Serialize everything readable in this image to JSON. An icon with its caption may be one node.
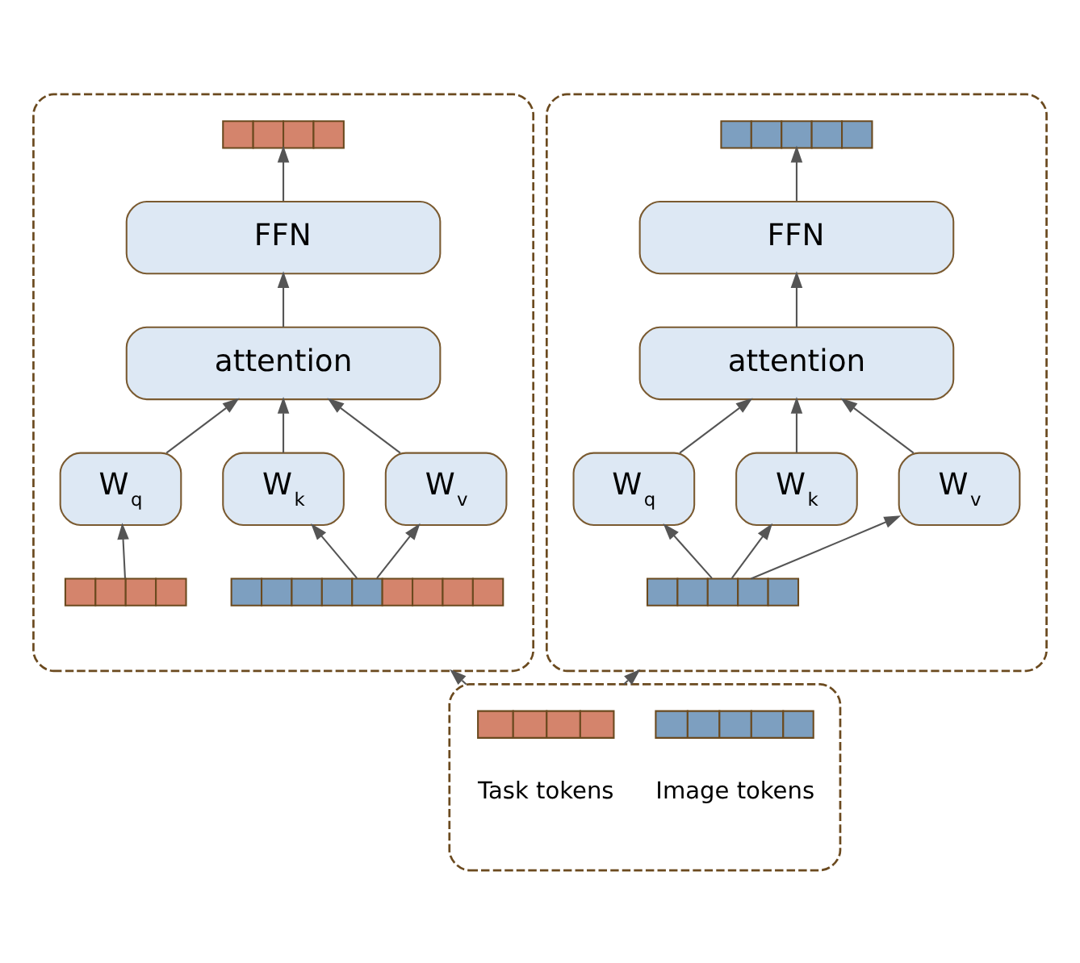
{
  "diagram": {
    "nodes": [
      {
        "text": [],
        "shape": "box"
      },
      {
        "text": [],
        "shape": "bar",
        "in": 0
      },
      {
        "text": [
          "FFN"
        ],
        "in": 0
      },
      {
        "text": [
          "attention"
        ],
        "in": 0
      },
      {
        "text": [
          "W$_{q}$"
        ],
        "in": 0
      },
      {
        "text": [
          "W$_{k}$"
        ],
        "in": 0
      },
      {
        "text": [
          "W$_{v}$"
        ],
        "in": 0
      },
      {
        "text": [],
        "shape": "bar",
        "in": 0
      },
      {
        "text": [],
        "shape": "bar",
        "in": 0
      },
      {
        "text": [],
        "shape": "box"
      },
      {
        "text": [],
        "shape": "bar",
        "in": 9
      },
      {
        "text": [
          "FFN"
        ],
        "in": 9
      },
      {
        "text": [
          "attention"
        ],
        "in": 9
      },
      {
        "text": [
          "W$_{q}$"
        ],
        "in": 9
      },
      {
        "text": [
          "W$_{k}$"
        ],
        "in": 9
      },
      {
        "text": [
          "W$_{v}$"
        ],
        "in": 9
      },
      {
        "text": [],
        "shape": "bar",
        "in": 9
      },
      {
        "text": [],
        "shape": "box"
      },
      {
        "text": [],
        "shape": "bar",
        "in": 17,
        "beside": [
          "Task tokens"
        ]
      },
      {
        "text": [],
        "shape": "bar",
        "in": 17,
        "beside": [
          "Image tokens"
        ]
      }
    ],
    "edges": [
      {
        "from": 2,
        "to": 1,
        "arrow": "to"
      },
      {
        "from": 3,
        "to": 2,
        "arrow": "to"
      },
      {
        "from": 4,
        "to": 3,
        "arrow": "to"
      },
      {
        "from": 5,
        "to": 3,
        "arrow": "to"
      },
      {
        "from": 6,
        "to": 3,
        "arrow": "to"
      },
      {
        "from": 7,
        "to": 4,
        "arrow": "to"
      },
      {
        "from": 8,
        "to": 5,
        "arrow": "to"
      },
      {
        "from": 8,
        "to": 6,
        "arrow": "to"
      },
      {
        "from": 11,
        "to": 10,
        "arrow": "to"
      },
      {
        "from": 12,
        "to": 11,
        "arrow": "to"
      },
      {
        "from": 13,
        "to": 12,
        "arrow": "to"
      },
      {
        "from": 14,
        "to": 12,
        "arrow": "to"
      },
      {
        "from": 15,
        "to": 12,
        "arrow": "to"
      },
      {
        "from": 16,
        "to": 13,
        "arrow": "to"
      },
      {
        "from": 16,
        "to": 14,
        "arrow": "to"
      },
      {
        "from": 16,
        "to": 15,
        "arrow": "to"
      },
      {
        "from": 17,
        "to": 0,
        "arrow": "to"
      },
      {
        "from": 17,
        "to": 9,
        "arrow": "to"
      }
    ]
  }
}
